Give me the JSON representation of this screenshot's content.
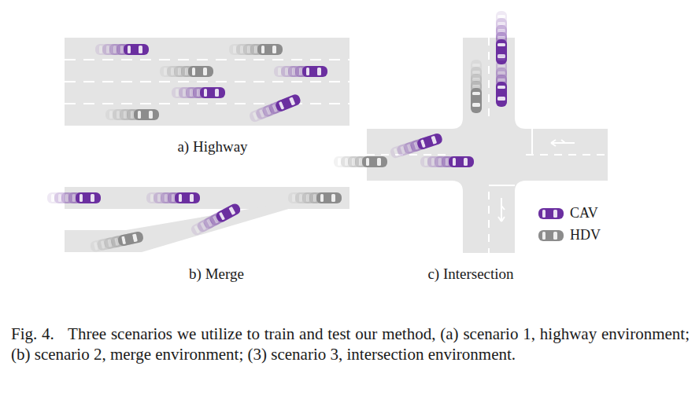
{
  "diagram": {
    "caption": "Fig. 4.   Three scenarios we utilize to train and test our method, (a) scenario 1, highway environment; (b) scenario 2, merge environment; (3) scenario 3, intersection environment.",
    "labels": [
      "a) Highway",
      "b) Merge",
      "c) Intersection"
    ],
    "legend": [
      {
        "text": "CAV",
        "color": "#6b2fa0"
      },
      {
        "text": "HDV",
        "color": "#8c8c8c"
      }
    ]
  }
}
